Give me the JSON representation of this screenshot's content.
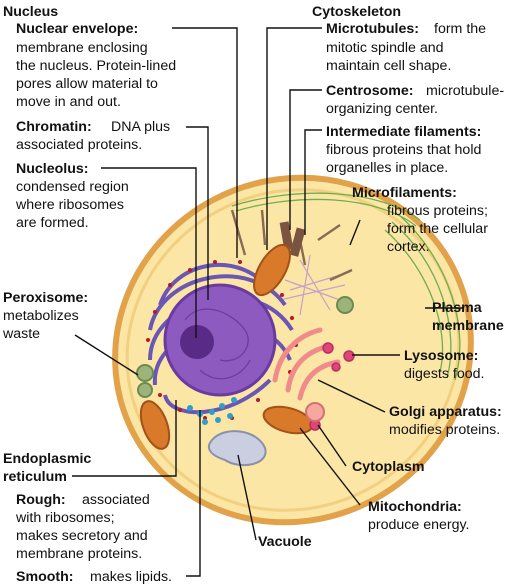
{
  "labels": {
    "nucleus": "Nucleus",
    "nuclear_envelope_title": "Nuclear envelope:",
    "nuclear_envelope_l1": "membrane enclosing",
    "nuclear_envelope_l2": "the nucleus. Protein-lined",
    "nuclear_envelope_l3": "pores allow material to",
    "nuclear_envelope_l4": "move in and out.",
    "chromatin_title": "Chromatin:",
    "chromatin_l1": "DNA plus",
    "chromatin_l2": "associated proteins.",
    "nucleolus_title": "Nucleolus:",
    "nucleolus_l1": "condensed region",
    "nucleolus_l2": "where ribosomes",
    "nucleolus_l3": "are formed.",
    "peroxisome_title": "Peroxisome:",
    "peroxisome_l1": "metabolizes",
    "peroxisome_l2": "waste",
    "er_title_l1": "Endoplasmic",
    "er_title_l2": "reticulum",
    "rough_title": "Rough:",
    "rough_l1": "associated",
    "rough_l2": "with ribosomes;",
    "rough_l3": "makes secretory and",
    "rough_l4": "membrane proteins.",
    "smooth_title": "Smooth:",
    "smooth_l1": "makes lipids.",
    "cytoskeleton": "Cytoskeleton",
    "microtubules_title": "Microtubules:",
    "microtubules_l1": "form the",
    "microtubules_l2": "mitotic spindle and",
    "microtubules_l3": "maintain cell shape.",
    "centrosome_title": "Centrosome:",
    "centrosome_l1": "microtubule-",
    "centrosome_l2": "organizing center.",
    "intermediate_title": "Intermediate filaments:",
    "intermediate_l1": "fibrous proteins that hold",
    "intermediate_l2": "organelles in place.",
    "microfilaments_title": "Microfilaments:",
    "microfilaments_l1": "fibrous proteins;",
    "microfilaments_l2": "form the cellular",
    "microfilaments_l3": "cortex.",
    "plasma_l1": "Plasma",
    "plasma_l2": "membrane",
    "lysosome_title": "Lysosome:",
    "lysosome_l1": "digests food.",
    "golgi_title": "Golgi apparatus:",
    "golgi_l1": "modifies proteins.",
    "cytoplasm": "Cytoplasm",
    "mitochondria_title": "Mitochondria:",
    "mitochondria_l1": "produce energy.",
    "vacuole": "Vacuole"
  },
  "colors": {
    "cytoplasm": "#fbe6a6",
    "membrane": "#e2a24a",
    "nucleus": "#8d5bbf",
    "nucleolus": "#5a2b86",
    "er": "#6a56b5",
    "ribosome": "#b01c2a",
    "mitochondria": "#d9792a",
    "golgi": "#f08b8b",
    "lysosome": "#e0457a",
    "peroxisome": "#9bb47a",
    "vacuole": "#c9cfe0",
    "microtubule": "#8a6b52",
    "microfilament": "#6fae4e",
    "intermediate": "#c8a0c8",
    "smooth_er": "#2f9fc9"
  }
}
